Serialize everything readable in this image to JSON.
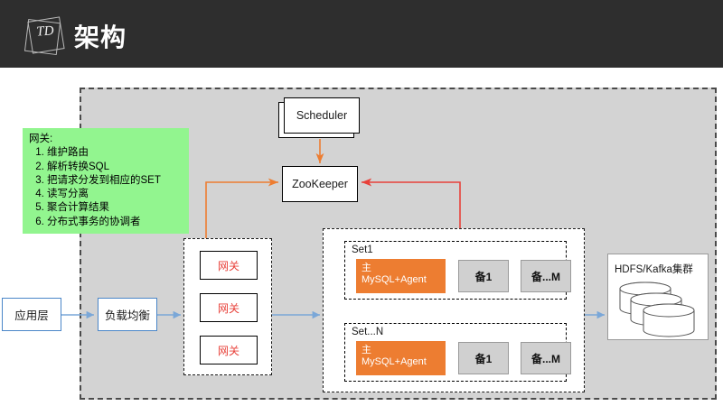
{
  "header": {
    "logo_text": "TD",
    "title": "架构"
  },
  "note": {
    "title": "网关:",
    "items": [
      "维护路由",
      "解析转换SQL",
      "把请求分发到相应的SET",
      "读写分离",
      "聚合计算结果",
      "分布式事务的协调者"
    ]
  },
  "nodes": {
    "scheduler": "Scheduler",
    "zookeeper": "ZooKeeper",
    "app_layer": "应用层",
    "load_balancer": "负载均衡",
    "storage": "HDFS/Kafka集群"
  },
  "gateways": [
    {
      "label": "网关"
    },
    {
      "label": "网关"
    },
    {
      "label": "网关"
    }
  ],
  "sets": [
    {
      "name": "Set1",
      "master_line1": "主",
      "master_line2": "MySQL+Agent",
      "slaves": [
        "备1",
        "备...M"
      ]
    },
    {
      "name": "Set...N",
      "master_line1": "主",
      "master_line2": "MySQL+Agent",
      "slaves": [
        "备1",
        "备...M"
      ]
    }
  ],
  "colors": {
    "header_bg": "#2e2e2e",
    "panel_bg": "#d3d3d3",
    "note_bg": "#92f58f",
    "gateway_text": "#e8413a",
    "master_bg": "#ed7d31",
    "slave_bg": "#d0d0d0",
    "flow_arrow": "#4a86c8",
    "orange_arrow": "#ed7d31",
    "red_arrow": "#e8413a"
  }
}
